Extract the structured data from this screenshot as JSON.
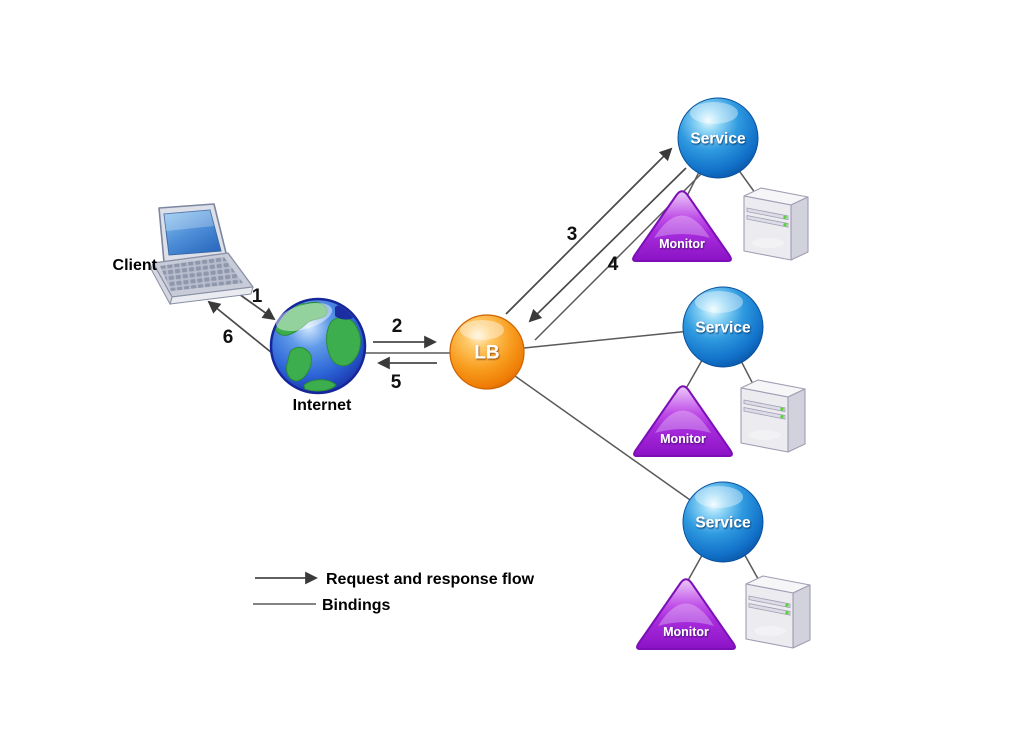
{
  "nodes": {
    "client": {
      "label": "Client"
    },
    "internet": {
      "label": "Internet"
    },
    "load_balancer": {
      "label": "LB"
    },
    "services": [
      {
        "label": "Service",
        "monitor_label": "Monitor"
      },
      {
        "label": "Service",
        "monitor_label": "Monitor"
      },
      {
        "label": "Service",
        "monitor_label": "Monitor"
      }
    ]
  },
  "flow_steps": [
    "1",
    "2",
    "3",
    "4",
    "5",
    "6"
  ],
  "legend": {
    "request_flow_label": "Request and response flow",
    "bindings_label": "Bindings"
  },
  "colors": {
    "service_sphere": "#1b7fd4",
    "lb_sphere": "#f6920f",
    "monitor_triangle": "#a52ddd",
    "globe_blue": "#2b63d6",
    "continent_green": "#3dae4d",
    "connector_line": "#4a4a4a",
    "label_text": "#000000",
    "sphere_text": "#ffffff"
  }
}
